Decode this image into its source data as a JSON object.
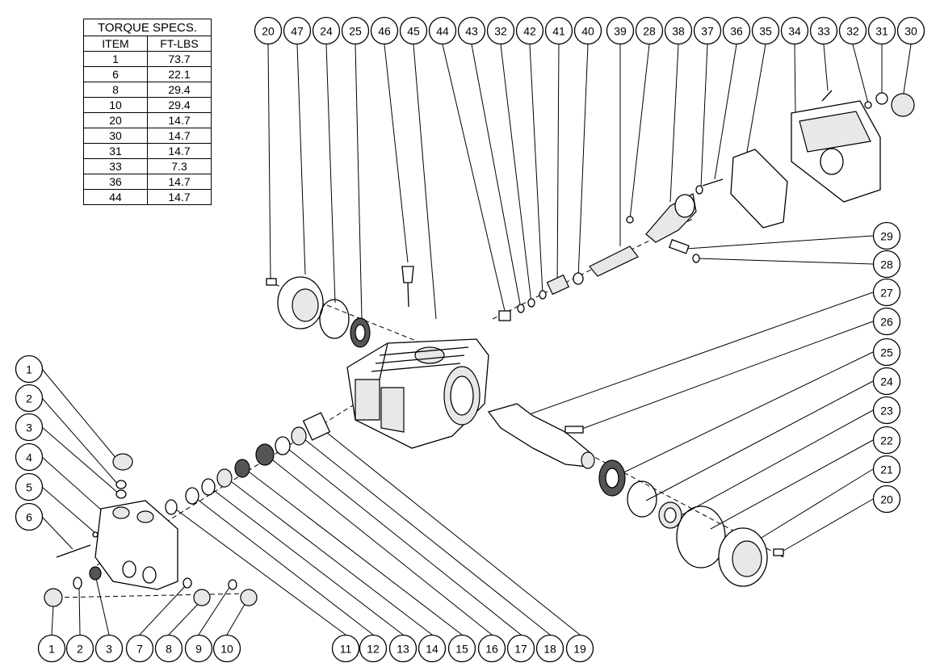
{
  "torque_table": {
    "title": "TORQUE SPECS.",
    "col_item": "ITEM",
    "col_value": "FT-LBS",
    "rows": [
      {
        "item": "1",
        "value": "73.7"
      },
      {
        "item": "6",
        "value": "22.1"
      },
      {
        "item": "8",
        "value": "29.4"
      },
      {
        "item": "10",
        "value": "29.4"
      },
      {
        "item": "20",
        "value": "14.7"
      },
      {
        "item": "30",
        "value": "14.7"
      },
      {
        "item": "31",
        "value": "14.7"
      },
      {
        "item": "33",
        "value": "7.3"
      },
      {
        "item": "36",
        "value": "14.7"
      },
      {
        "item": "44",
        "value": "14.7"
      }
    ]
  },
  "callouts": {
    "top": [
      "20",
      "47",
      "24",
      "25",
      "46",
      "45",
      "44",
      "43",
      "32",
      "42",
      "41",
      "40",
      "39",
      "28",
      "38",
      "37",
      "36",
      "35",
      "34",
      "33",
      "32",
      "31",
      "30"
    ],
    "right": [
      "29",
      "28",
      "27",
      "26",
      "25",
      "24",
      "23",
      "22",
      "21",
      "20"
    ],
    "left": [
      "1",
      "2",
      "3",
      "4",
      "5",
      "6"
    ],
    "bottom": [
      "1",
      "2",
      "3",
      "7",
      "8",
      "9",
      "10",
      "11",
      "12",
      "13",
      "14",
      "15",
      "16",
      "17",
      "18",
      "19"
    ]
  }
}
